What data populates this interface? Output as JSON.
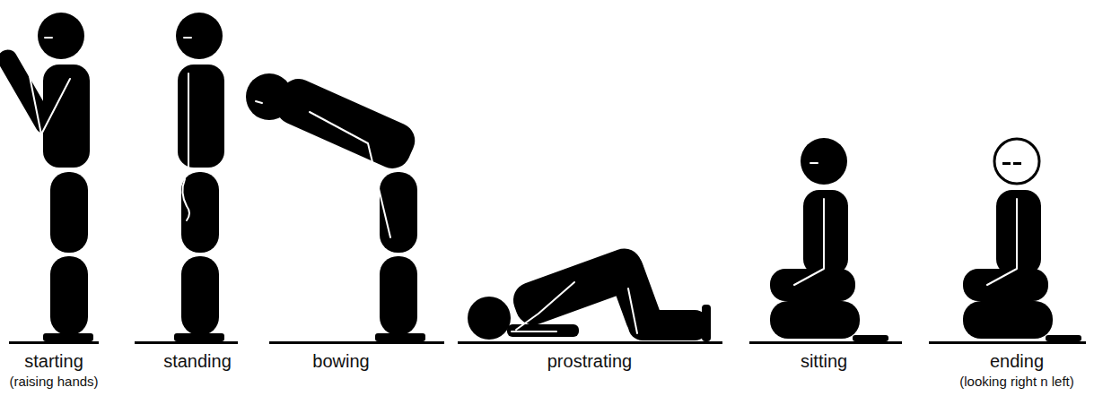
{
  "diagram": {
    "labels": [
      "starting",
      "(raising hands)",
      "standing",
      "bowing",
      "prostrating",
      "sitting",
      "ending",
      "(looking right n left)"
    ]
  }
}
